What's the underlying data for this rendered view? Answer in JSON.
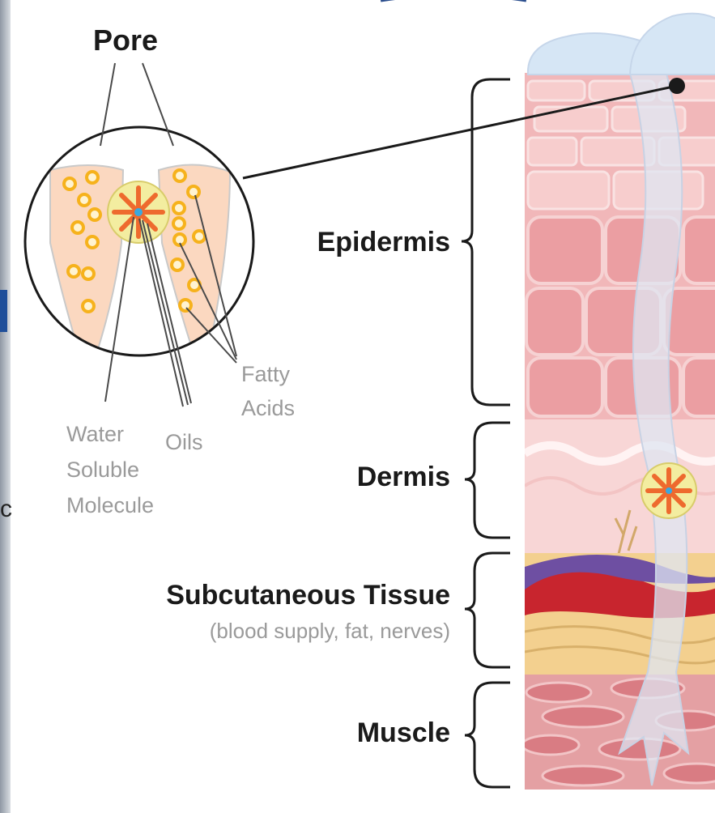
{
  "labels": {
    "pore": "Pore",
    "epidermis": "Epidermis",
    "dermis": "Dermis",
    "subcutaneous_title": "Subcutaneous Tissue",
    "subcutaneous_detail": "(blood supply, fat, nerves)",
    "muscle": "Muscle",
    "fatty_line1": "Fatty",
    "fatty_line2": "Acids",
    "oils": "Oils",
    "water_line1": "Water",
    "water_line2": "Soluble",
    "water_line3": "Molecule",
    "edge_fragment": "c"
  },
  "colors": {
    "epidermis": "#f1b7b9",
    "cell_fill": "#eb9ea2",
    "dermis": "#f8d6d6",
    "fat": "#f3d08f",
    "vein": "#6e4fa2",
    "artery": "#c8252e",
    "muscle": "#e4a0a3",
    "pore_channel": "#dfe6f2",
    "molecule_orange": "#ee6a2e",
    "molecule_center": "#3aa8e0",
    "droplet": "#f6b21c",
    "skin_wedge": "#fbd8c0",
    "stroke_dark": "#1a1a1a",
    "label_grey": "#9a9a9a"
  }
}
